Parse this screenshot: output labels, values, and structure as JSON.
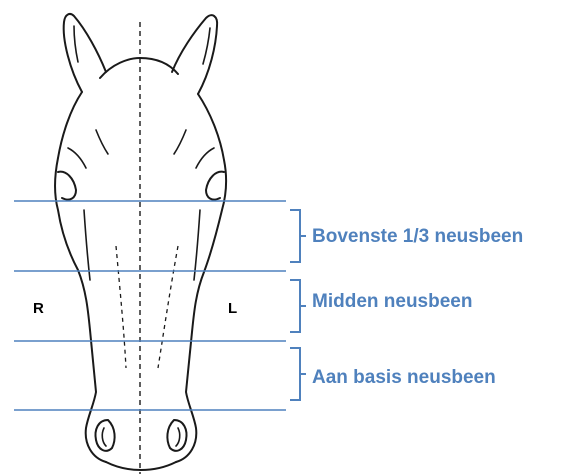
{
  "colors": {
    "accent": "#4f81bd",
    "outline": "#1a1a1a"
  },
  "labels": {
    "right_side": "R",
    "left_side": "L"
  },
  "zones": [
    {
      "label": "Bovenste 1/3 neusbeen"
    },
    {
      "label": "Midden neusbeen"
    },
    {
      "label": "Aan basis neusbeen"
    }
  ]
}
